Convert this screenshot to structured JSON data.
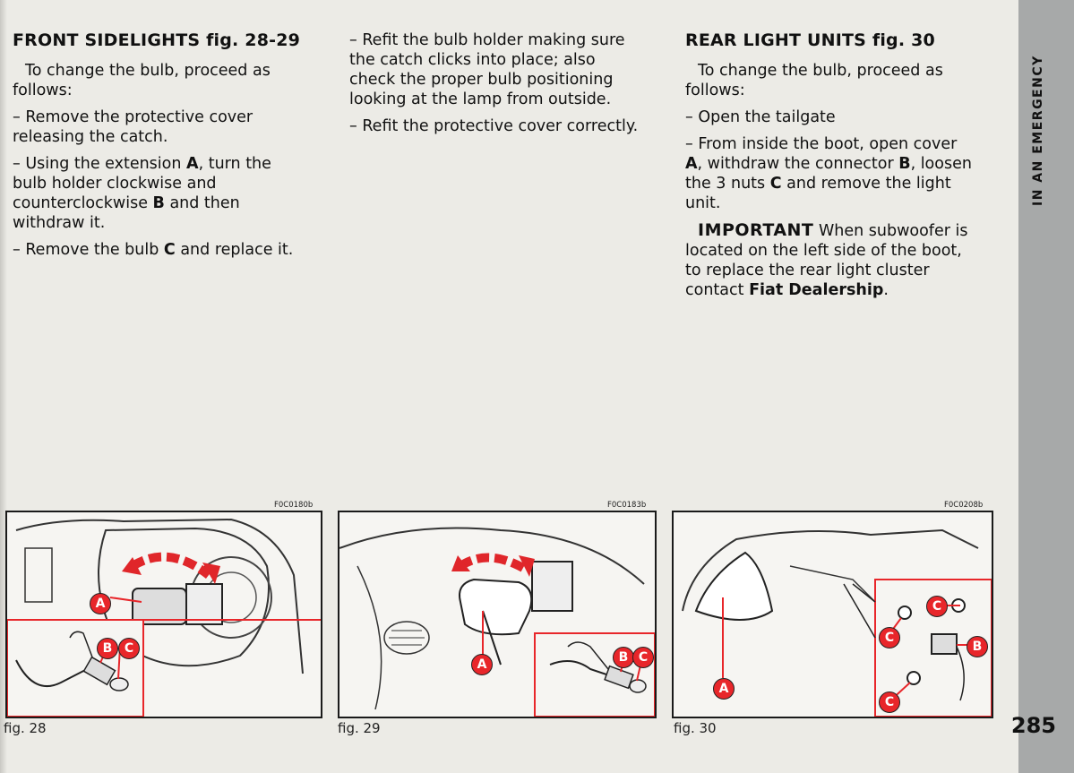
{
  "col1": {
    "heading": "FRONT SIDELIGHTS fig. 28-29",
    "p1": "To change the bulb, proceed as follows:",
    "p2": "– Remove the protective cover releasing the catch.",
    "p3_pre": "– Using the extension ",
    "p3_a": "A",
    "p3_mid": ", turn the bulb holder clockwise and counterclockwise ",
    "p3_b": "B",
    "p3_post": " and then withdraw it.",
    "p4_pre": "– Remove the bulb ",
    "p4_c": "C",
    "p4_post": " and replace it."
  },
  "col2": {
    "p1": "– Refit the bulb holder making sure the catch clicks into place; also check the proper bulb positioning looking at the lamp from outside.",
    "p2": "– Refit the protective cover correctly."
  },
  "col3": {
    "heading": "REAR LIGHT UNITS fig. 30",
    "p1": "To change the bulb, proceed as follows:",
    "p2": "– Open the tailgate",
    "p3_pre": "– From inside the boot, open cover ",
    "p3_a": "A",
    "p3_mid1": ", withdraw the connector ",
    "p3_b": "B",
    "p3_mid2": ", loosen the 3 nuts ",
    "p3_c": "C",
    "p3_post": " and remove the light unit.",
    "p4_lead": "IMPORTANT",
    "p4_text": " When subwoofer is located on the left side of the boot, to replace the rear light cluster contact ",
    "p4_dealer": "Fiat Dealership",
    "p4_end": "."
  },
  "figures": {
    "fig28": {
      "code": "F0C0180b",
      "caption": "fig. 28",
      "callout_a": "A",
      "callout_b": "B",
      "callout_c": "C"
    },
    "fig29": {
      "code": "F0C0183b",
      "caption": "fig. 29",
      "callout_a": "A",
      "callout_b": "B",
      "callout_c": "C"
    },
    "fig30": {
      "code": "F0C0208b",
      "caption": "fig. 30",
      "callout_a": "A",
      "callout_b": "B",
      "callout_c": "C"
    }
  },
  "sidebar": {
    "section": "IN AN EMERGENCY",
    "page_number": "285"
  },
  "colors": {
    "callout_red": "#e8262a",
    "arrow_red": "#e0262a",
    "sidebar_gray": "#a7a9a9"
  }
}
